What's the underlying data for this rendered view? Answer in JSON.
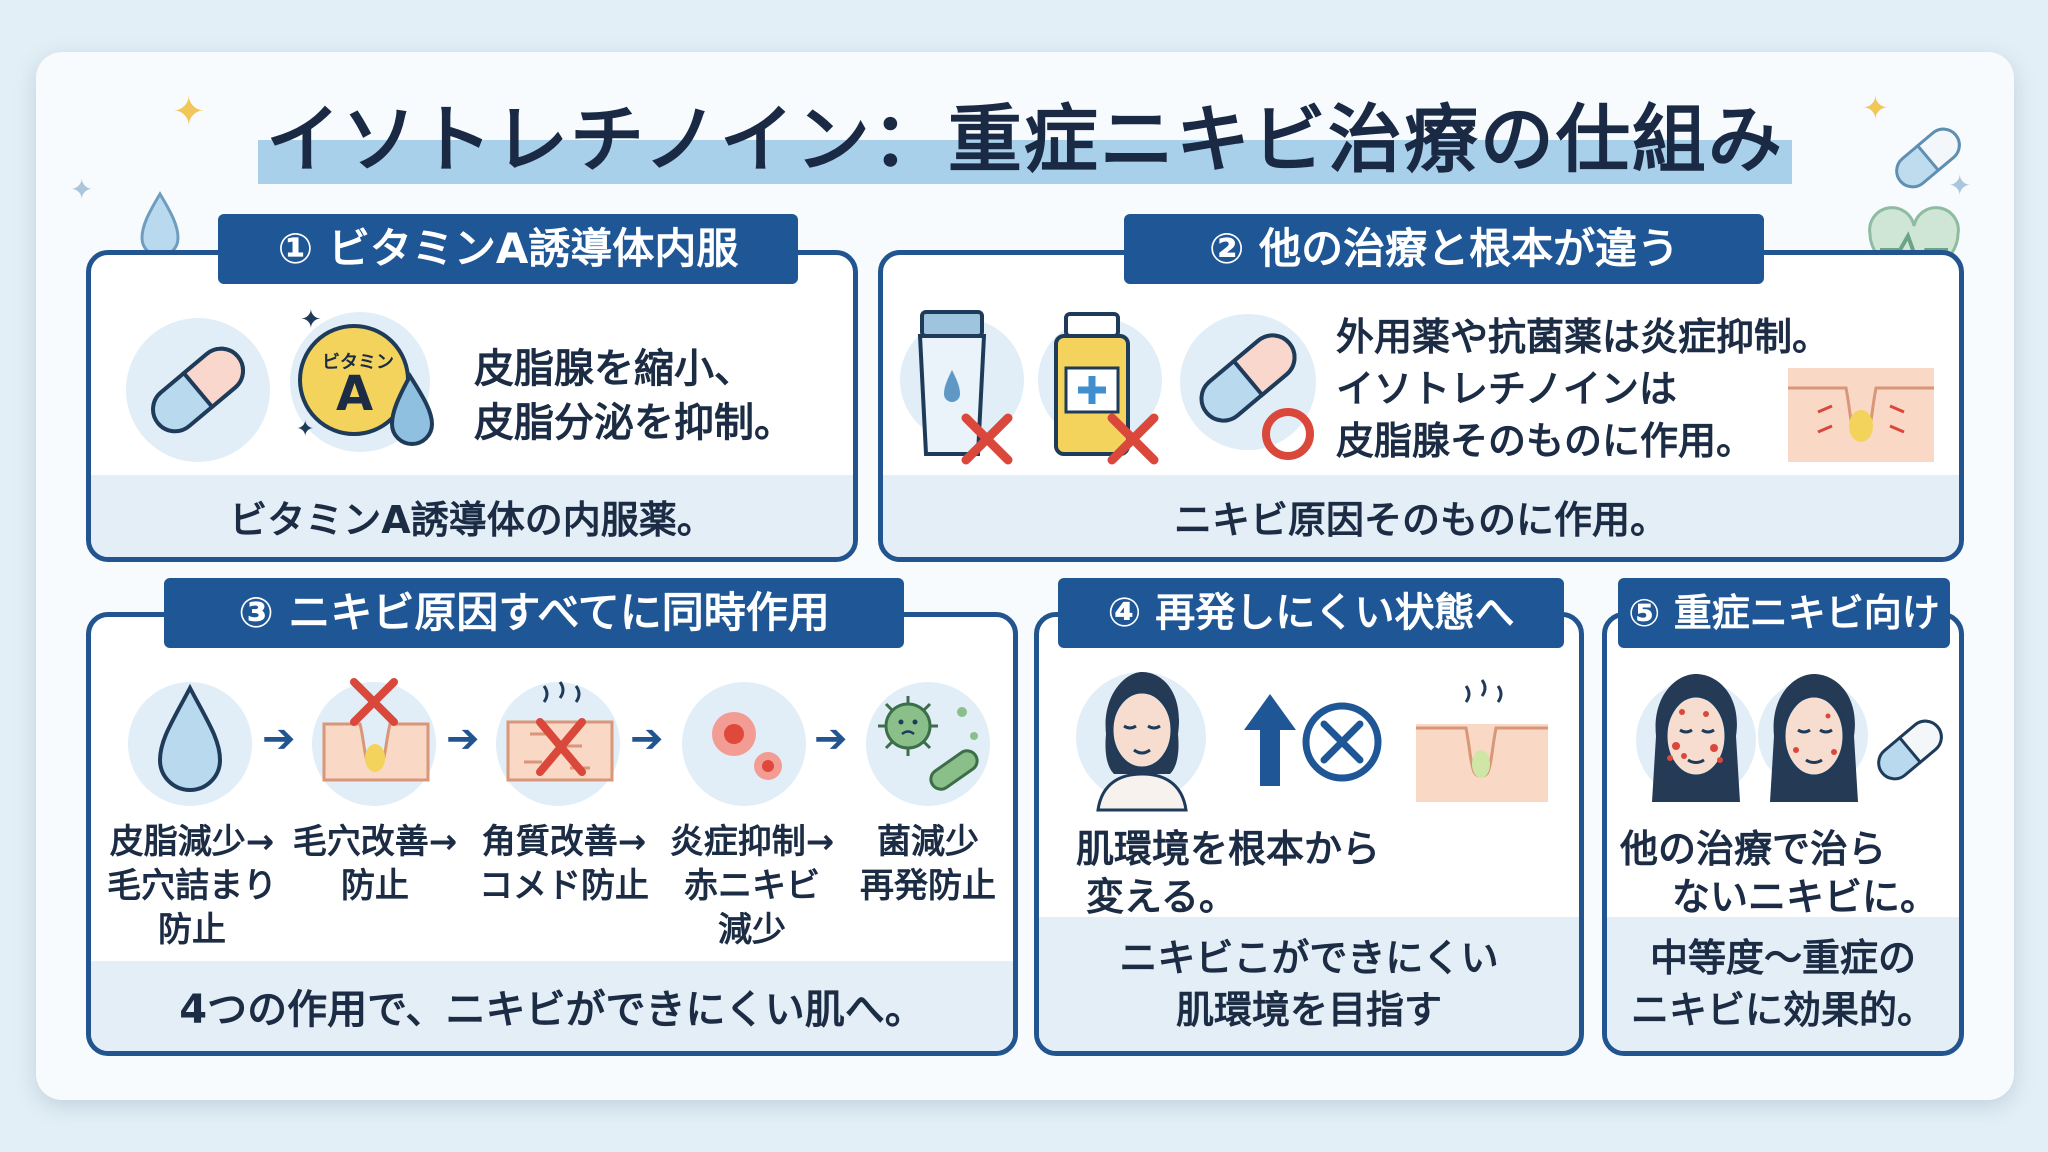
{
  "title": "イソトレチノイン：重症ニキビ治療の仕組み",
  "colors": {
    "navy": "#1f5796",
    "light_blue": "#a9d0ea",
    "panel_footer": "#e4eef6",
    "red_mark": "#d9483b",
    "background": "#e3eff6"
  },
  "panel1": {
    "heading": "① ビタミンA誘導体内服",
    "text_line1": "皮脂腺を縮小、",
    "text_line2": "皮脂分泌を抑制。",
    "vitamin_small": "ビタミン",
    "vitamin_letter": "A",
    "footer": "ビタミンA誘導体の内服薬。"
  },
  "panel2": {
    "heading": "② 他の治療と根本が違う",
    "text_line1": "外用薬や抗菌薬は炎症抑制。",
    "text_line2": "イソトレチノインは",
    "text_line3": "皮脂腺そのものに作用。",
    "footer": "ニキビ原因そのものに作用。"
  },
  "panel3": {
    "heading": "③ ニキビ原因すべてに同時作用",
    "steps": [
      {
        "line1": "皮脂減少→",
        "line2": "毛穴詰まり",
        "line3": "防止"
      },
      {
        "line1": "毛穴改善→",
        "line2": "防止",
        "line3": ""
      },
      {
        "line1": "角質改善→",
        "line2": "コメド防止",
        "line3": ""
      },
      {
        "line1": "炎症抑制→",
        "line2": "赤ニキビ",
        "line3": "減少"
      },
      {
        "line1": "菌減少",
        "line2": "再発防止",
        "line3": ""
      }
    ],
    "footer": "4つの作用で、ニキビができにくい肌へ。"
  },
  "panel4": {
    "heading": "④ 再発しにくい状態へ",
    "text_line1": "肌環境を根本から",
    "text_line2": "変える。",
    "footer_line1": "ニキビこができにくい",
    "footer_line2": "肌環境を目指す"
  },
  "panel5": {
    "heading": "⑤ 重症ニキビ向け",
    "text_line1": "他の治療で治ら",
    "text_line2": "ないニキビに。",
    "footer_line1": "中等度～重症の",
    "footer_line2": "ニキビに効果的。"
  },
  "icons": [
    "hand-drop-icon",
    "sparkle-icon",
    "capsule-icon",
    "heart-pulse-icon",
    "vitamin-a-icon",
    "tube-icon",
    "bottle-icon",
    "pore-icon",
    "bacteria-icon",
    "face-icon",
    "arrow-up-icon",
    "prohibit-icon"
  ]
}
